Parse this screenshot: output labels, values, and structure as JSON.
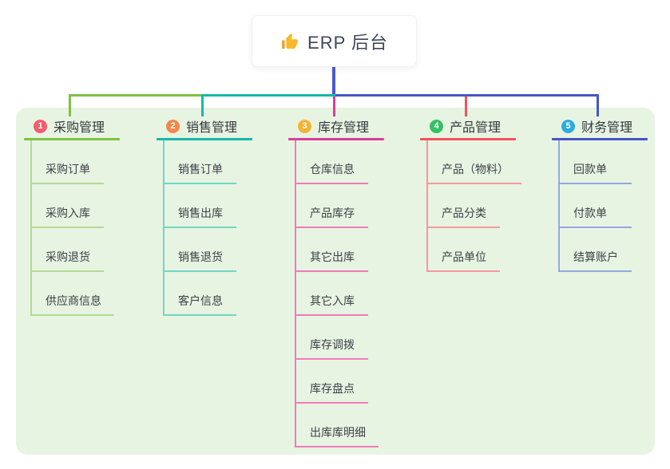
{
  "root": {
    "label": "ERP 后台",
    "icon": "thumbs-up"
  },
  "branches": [
    {
      "index": "1",
      "label": "采购管理",
      "badge_color": "#f45c6e",
      "line_color": "#7dc242",
      "child_line_color": "#b3da93",
      "children": [
        "采购订单",
        "采购入库",
        "采购退货",
        "供应商信息"
      ]
    },
    {
      "index": "2",
      "label": "销售管理",
      "badge_color": "#f6874a",
      "line_color": "#16b9aa",
      "child_line_color": "#72d5c6",
      "children": [
        "销售订单",
        "销售出库",
        "销售退货",
        "客户信息"
      ]
    },
    {
      "index": "3",
      "label": "库存管理",
      "badge_color": "#f8b233",
      "line_color": "#dd3b9b",
      "child_line_color": "#ee7cba",
      "children": [
        "仓库信息",
        "产品库存",
        "其它出库",
        "其它入库",
        "库存调拨",
        "库存盘点",
        "出库库明细"
      ]
    },
    {
      "index": "4",
      "label": "产品管理",
      "badge_color": "#36c065",
      "line_color": "#f6515d",
      "child_line_color": "#f7989e",
      "children": [
        "产品（物料）",
        "产品分类",
        "产品单位"
      ]
    },
    {
      "index": "5",
      "label": "财务管理",
      "badge_color": "#2fabe1",
      "line_color": "#4456c7",
      "child_line_color": "#93a9e0",
      "children": [
        "回款单",
        "付款单",
        "结算账户"
      ]
    }
  ],
  "colors": {
    "canvas_bg": "#ffffff",
    "panel_bg": "#e7f4e2",
    "root_connector": "#4859cb",
    "thumb_icon": "#f6b92b"
  }
}
